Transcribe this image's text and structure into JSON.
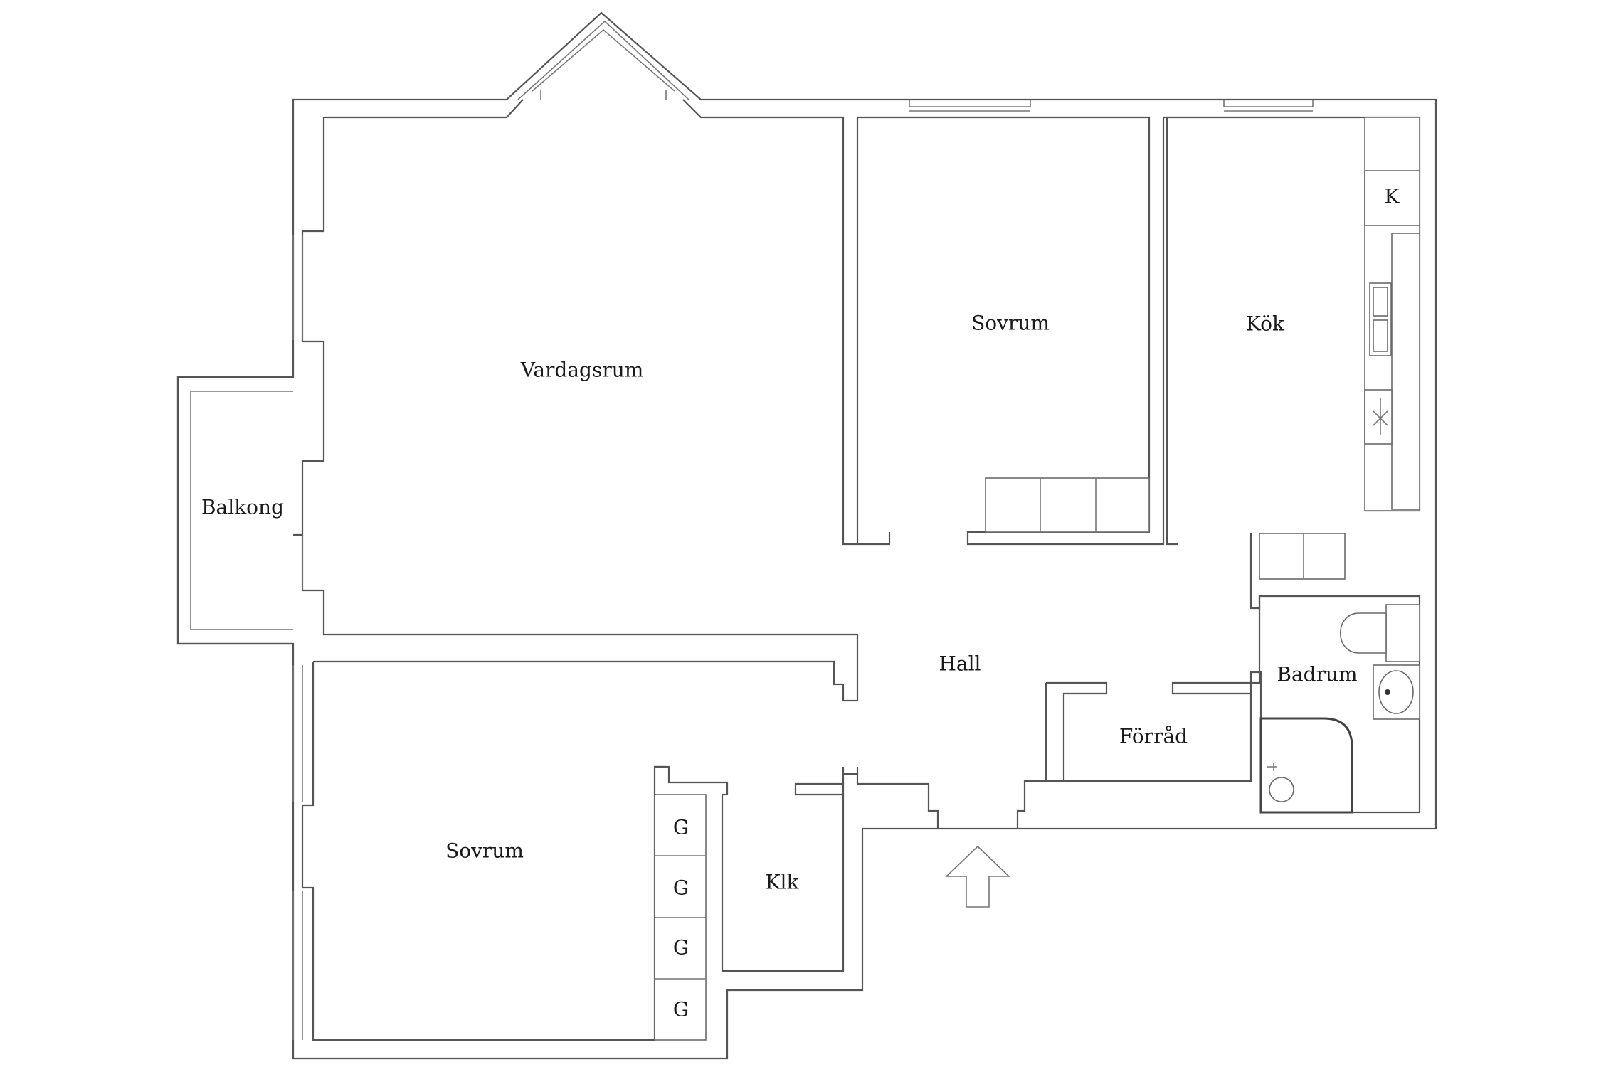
{
  "rooms": {
    "vardagsrum": "Vardagsrum",
    "sovrum_top": "Sovrum",
    "kok": "Kök",
    "balkong": "Balkong",
    "hall": "Hall",
    "badrum": "Badrum",
    "forrad": "Förråd",
    "sovrum_bottom": "Sovrum",
    "klk": "Klk"
  },
  "fixtures": {
    "kitchen_k": "K",
    "wardrobes": [
      "G",
      "G",
      "G",
      "G"
    ]
  },
  "icons": {
    "entrance": "entrance-arrow-icon"
  }
}
